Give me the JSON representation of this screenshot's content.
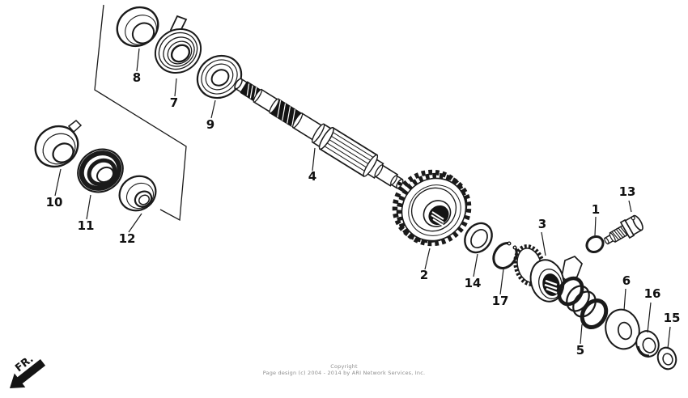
{
  "colors": {
    "background": "#ffffff",
    "line": "#1a1a1a",
    "copyright_text": "#8f8f8f"
  },
  "direction_indicator": {
    "label": "FR."
  },
  "footer": {
    "line1": "Copyright",
    "line2": "Page design (c) 2004 - 2014 by ARI Network Services, Inc."
  },
  "parts": [
    {
      "number": "1"
    },
    {
      "number": "2"
    },
    {
      "number": "3"
    },
    {
      "number": "4"
    },
    {
      "number": "5"
    },
    {
      "number": "6"
    },
    {
      "number": "7"
    },
    {
      "number": "8"
    },
    {
      "number": "9"
    },
    {
      "number": "10"
    },
    {
      "number": "11"
    },
    {
      "number": "12"
    },
    {
      "number": "13"
    },
    {
      "number": "14"
    },
    {
      "number": "15"
    },
    {
      "number": "16"
    },
    {
      "number": "17"
    }
  ]
}
